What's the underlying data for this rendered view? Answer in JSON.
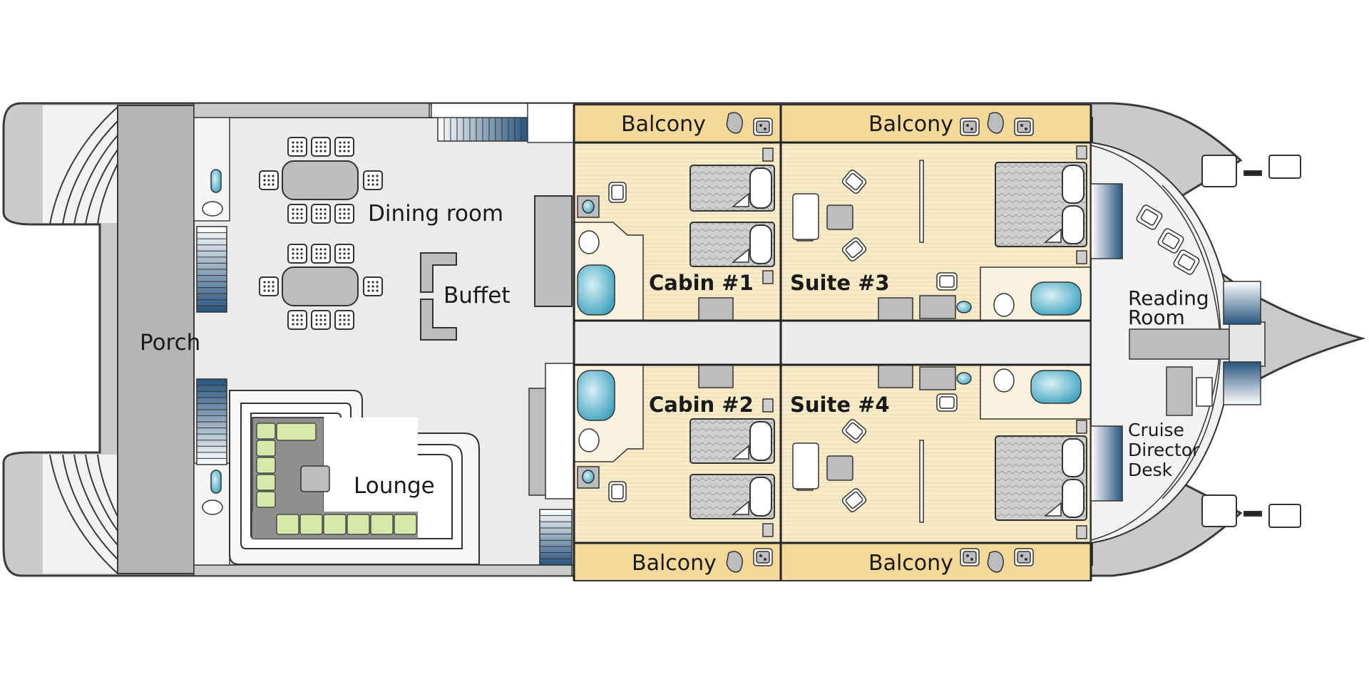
{
  "deck_plan": {
    "rooms": {
      "porch": "Porch",
      "dining_room": "Dining room",
      "buffet": "Buffet",
      "lounge": "Lounge",
      "cabin_1": "Cabin #1",
      "cabin_2": "Cabin #2",
      "suite_3": "Suite #3",
      "suite_4": "Suite #4",
      "reading_room": [
        "Reading",
        "Room"
      ],
      "cruise_director_desk": [
        "Cruise",
        "Director",
        "Desk"
      ]
    },
    "balcony_label": "Balcony",
    "balconies": [
      "Balcony",
      "Balcony",
      "Balcony",
      "Balcony"
    ]
  },
  "colors": {
    "hull": "#c9cbca",
    "hull_stroke": "#3a3a3a",
    "floor": "#ebebeb",
    "cabin_floor": "#f7ebc9",
    "balcony": "#f4d99a",
    "stairs": "#315f86",
    "bath": "#5fb6cf",
    "sofa": "#d7e8a9",
    "furniture": "#bdbdbd"
  }
}
